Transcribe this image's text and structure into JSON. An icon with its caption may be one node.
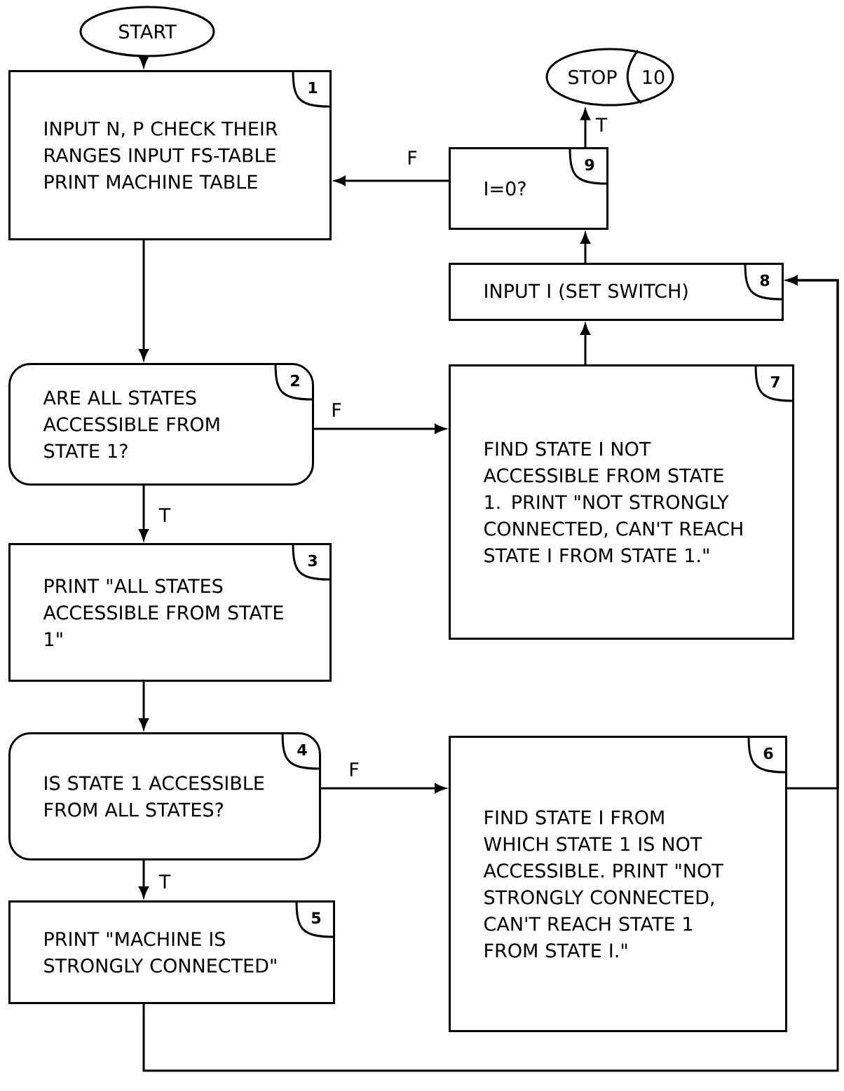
{
  "diagram": {
    "nodes": [
      {
        "text": [
          "START"
        ]
      },
      {
        "text": [
          "INPUT N, P CHECK THEIR RANGES INPUT FS-TABLE PRINT MACHINE TABLE",
          "1"
        ]
      },
      {
        "text": [
          "ARE ALL STATES ACCESSIBLE FROM STATE 1?",
          "2"
        ]
      },
      {
        "text": [
          "PRINT \"ALL STATES ACCESSIBLE FROM STATE 1\"",
          "3"
        ]
      },
      {
        "text": [
          "IS STATE 1 ACCESSIBLE FROM ALL STATES?",
          "4"
        ]
      },
      {
        "text": [
          "PRINT \"MACHINE IS STRONGLY CONNECTED\"",
          "5"
        ]
      },
      {
        "text": [
          "FIND STATE I FROM WHICH STATE 1 IS NOT ACCESSIBLE. PRINT \"NOT STRONGLY CONNECTED, CAN'T REACH STATE 1 FROM STATE I.\"",
          "6"
        ]
      },
      {
        "text": [
          "FIND STATE I NOT ACCESSIBLE FROM STATE 1. PRINT \"NOT STRONGLY CONNECTED, CAN'T REACH STATE I FROM STATE 1.\"",
          "7"
        ]
      },
      {
        "text": [
          "INPUT I (SET SWITCH)",
          "8"
        ]
      },
      {
        "text": [
          "I=0?",
          "9"
        ]
      },
      {
        "text": [
          "STOP",
          "10"
        ]
      }
    ],
    "edges": [
      {
        "from": 0,
        "to": 1,
        "arrow": "to"
      },
      {
        "from": 1,
        "to": 2,
        "arrow": "to"
      },
      {
        "from": 2,
        "to": 3,
        "arrow": "to",
        "label": "T"
      },
      {
        "from": 2,
        "to": 7,
        "arrow": "to",
        "label": "F"
      },
      {
        "from": 3,
        "to": 4,
        "arrow": "to"
      },
      {
        "from": 4,
        "to": 5,
        "arrow": "to",
        "label": "T"
      },
      {
        "from": 4,
        "to": 6,
        "arrow": "to",
        "label": "F"
      },
      {
        "from": 5,
        "to": 8,
        "arrow": "to"
      },
      {
        "from": 6,
        "to": 8,
        "arrow": "to"
      },
      {
        "from": 7,
        "to": 8,
        "arrow": "to"
      },
      {
        "from": 8,
        "to": 9,
        "arrow": "to"
      },
      {
        "from": 9,
        "to": 10,
        "arrow": "to",
        "label": "T"
      },
      {
        "from": 9,
        "to": 1,
        "arrow": "to",
        "label": "F"
      }
    ]
  }
}
